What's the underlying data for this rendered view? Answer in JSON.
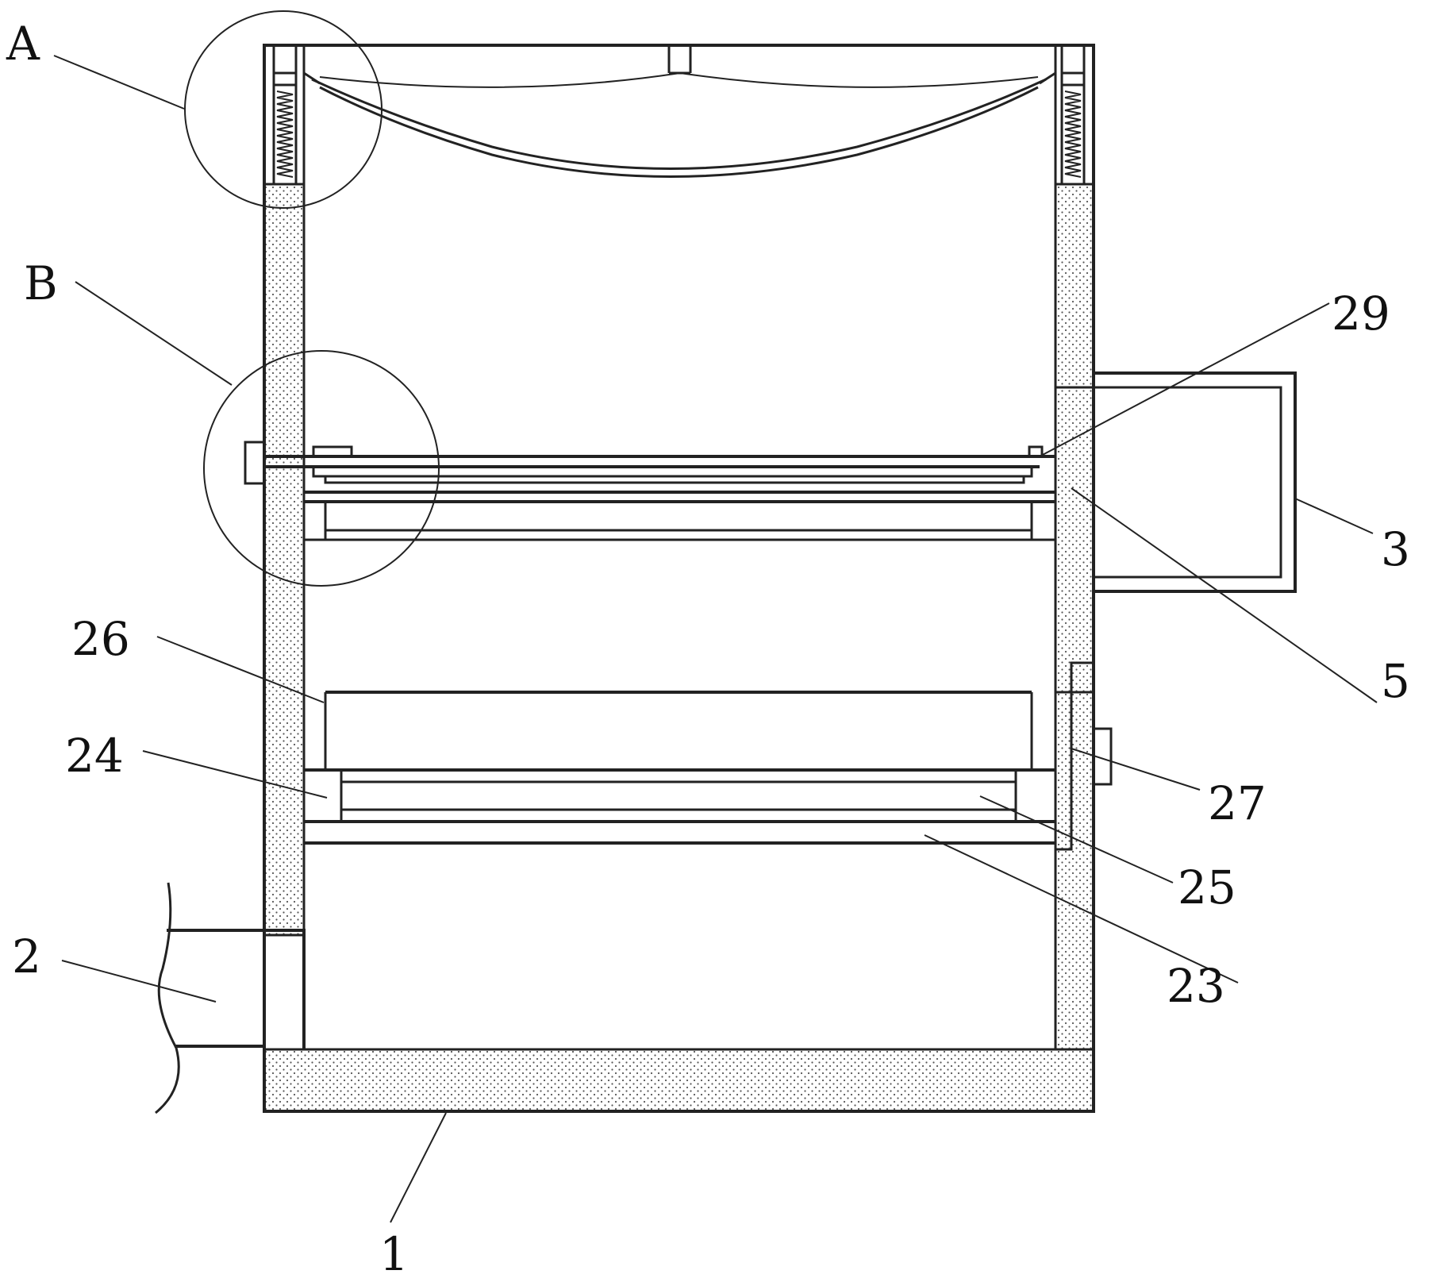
{
  "labels": {
    "A": "A",
    "B": "B",
    "n1": "1",
    "n2": "2",
    "n3": "3",
    "n5": "5",
    "n23": "23",
    "n24": "24",
    "n25": "25",
    "n26": "26",
    "n27": "27",
    "n29": "29"
  },
  "colors": {
    "stroke": "#222222",
    "dot": "#555555",
    "background": "#ffffff"
  }
}
